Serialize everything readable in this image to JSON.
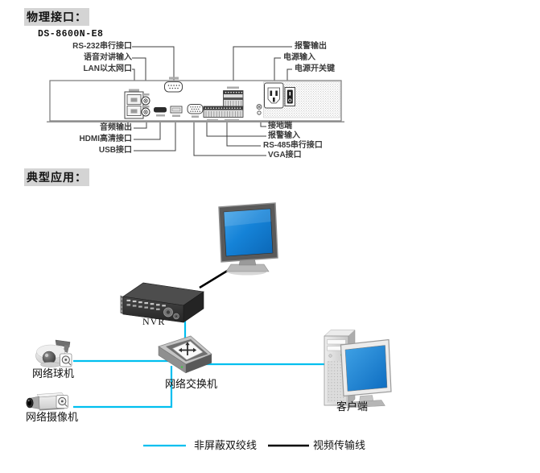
{
  "physical": {
    "heading": "物理接口：",
    "model": "DS-8600N-E8",
    "callouts": {
      "top_left": [
        "RS-232串行接口",
        "语音对讲输入",
        "LAN以太网口"
      ],
      "top_right": [
        "报警输出",
        "电源输入",
        "电源开关键"
      ],
      "bottom_left": [
        "音频输出",
        "HDMI高清接口",
        "USB接口"
      ],
      "bottom_right": [
        "接地端",
        "报警输入",
        "RS-485串行接口",
        "VGA接口"
      ]
    }
  },
  "application": {
    "heading": "典型应用：",
    "nodes": {
      "nvr": "NVR",
      "dome_camera": "网络球机",
      "box_camera": "网络摄像机",
      "switch": "网络交换机",
      "client": "客户端"
    },
    "legend": {
      "utp": "非屏蔽双绞线",
      "video": "视频传输线"
    }
  },
  "colors": {
    "utp_line": "#00bfef",
    "video_line": "#000000",
    "screen_blue": "#1583d8",
    "heading_highlight": "#d4d4d4"
  }
}
